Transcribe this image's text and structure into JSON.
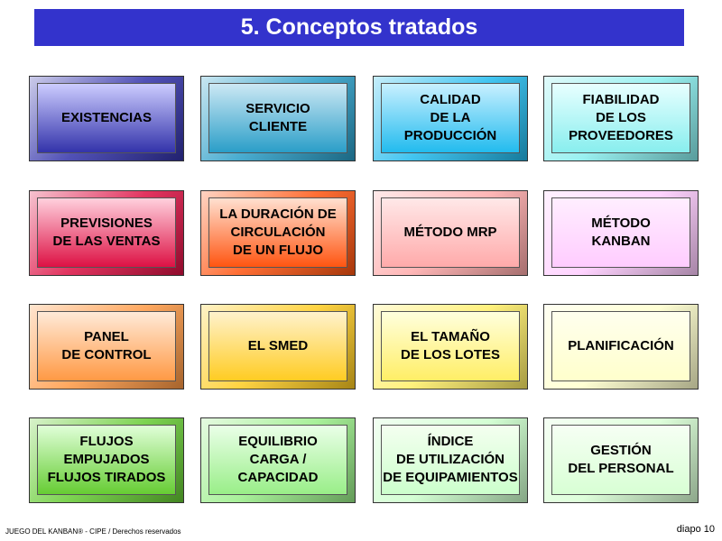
{
  "slide": {
    "title": "5. Conceptos tratados",
    "footer_left": "JUEGO DEL KANBAN® - CIPE / Derechos reservados",
    "footer_right": "diapo 10"
  },
  "tiles": [
    {
      "label": "EXISTENCIAS",
      "top": "#ccccff",
      "bottom": "#3333aa"
    },
    {
      "label": "SERVICIO\nCLIENTE",
      "top": "#cce8f4",
      "bottom": "#2a9ec8"
    },
    {
      "label": "CALIDAD\nDE LA\nPRODUCCIÓN",
      "top": "#c8f0ff",
      "bottom": "#22bbee"
    },
    {
      "label": "FIABILIDAD\nDE LOS\nPROVEEDORES",
      "top": "#e8ffff",
      "bottom": "#88eeee"
    },
    {
      "label": "PREVISIONES\nDE LAS VENTAS",
      "top": "#ffd0dd",
      "bottom": "#dd1144"
    },
    {
      "label": "LA DURACIÓN DE\nCIRCULACIÓN\nDE UN FLUJO",
      "top": "#ffe0d0",
      "bottom": "#ff5511"
    },
    {
      "label": "MÉTODO MRP",
      "top": "#ffe8e8",
      "bottom": "#ffaaaa"
    },
    {
      "label": "MÉTODO\nKANBAN",
      "top": "#ffeeff",
      "bottom": "#ffccff"
    },
    {
      "label": "PANEL\nDE CONTROL",
      "top": "#ffead8",
      "bottom": "#ff9944"
    },
    {
      "label": "EL SMED",
      "top": "#fff2cc",
      "bottom": "#ffcc22"
    },
    {
      "label": "EL TAMAÑO\nDE LOS LOTES",
      "top": "#ffffdd",
      "bottom": "#ffee66"
    },
    {
      "label": "PLANIFICACIÓN",
      "top": "#ffffee",
      "bottom": "#ffffcc"
    },
    {
      "label": "FLUJOS EMPUJADOS\nFLUJOS TIRADOS",
      "top": "#e0ffd8",
      "bottom": "#66cc33"
    },
    {
      "label": "EQUILIBRIO\nCARGA / CAPACIDAD",
      "top": "#eaffe8",
      "bottom": "#99ee88"
    },
    {
      "label": "ÍNDICE\nDE UTILIZACIÓN\nDE EQUIPAMIENTOS",
      "top": "#f4fff0",
      "bottom": "#ccffcc"
    },
    {
      "label": "GESTIÓN\nDEL PERSONAL",
      "top": "#f6fff4",
      "bottom": "#d8ffd4"
    }
  ]
}
